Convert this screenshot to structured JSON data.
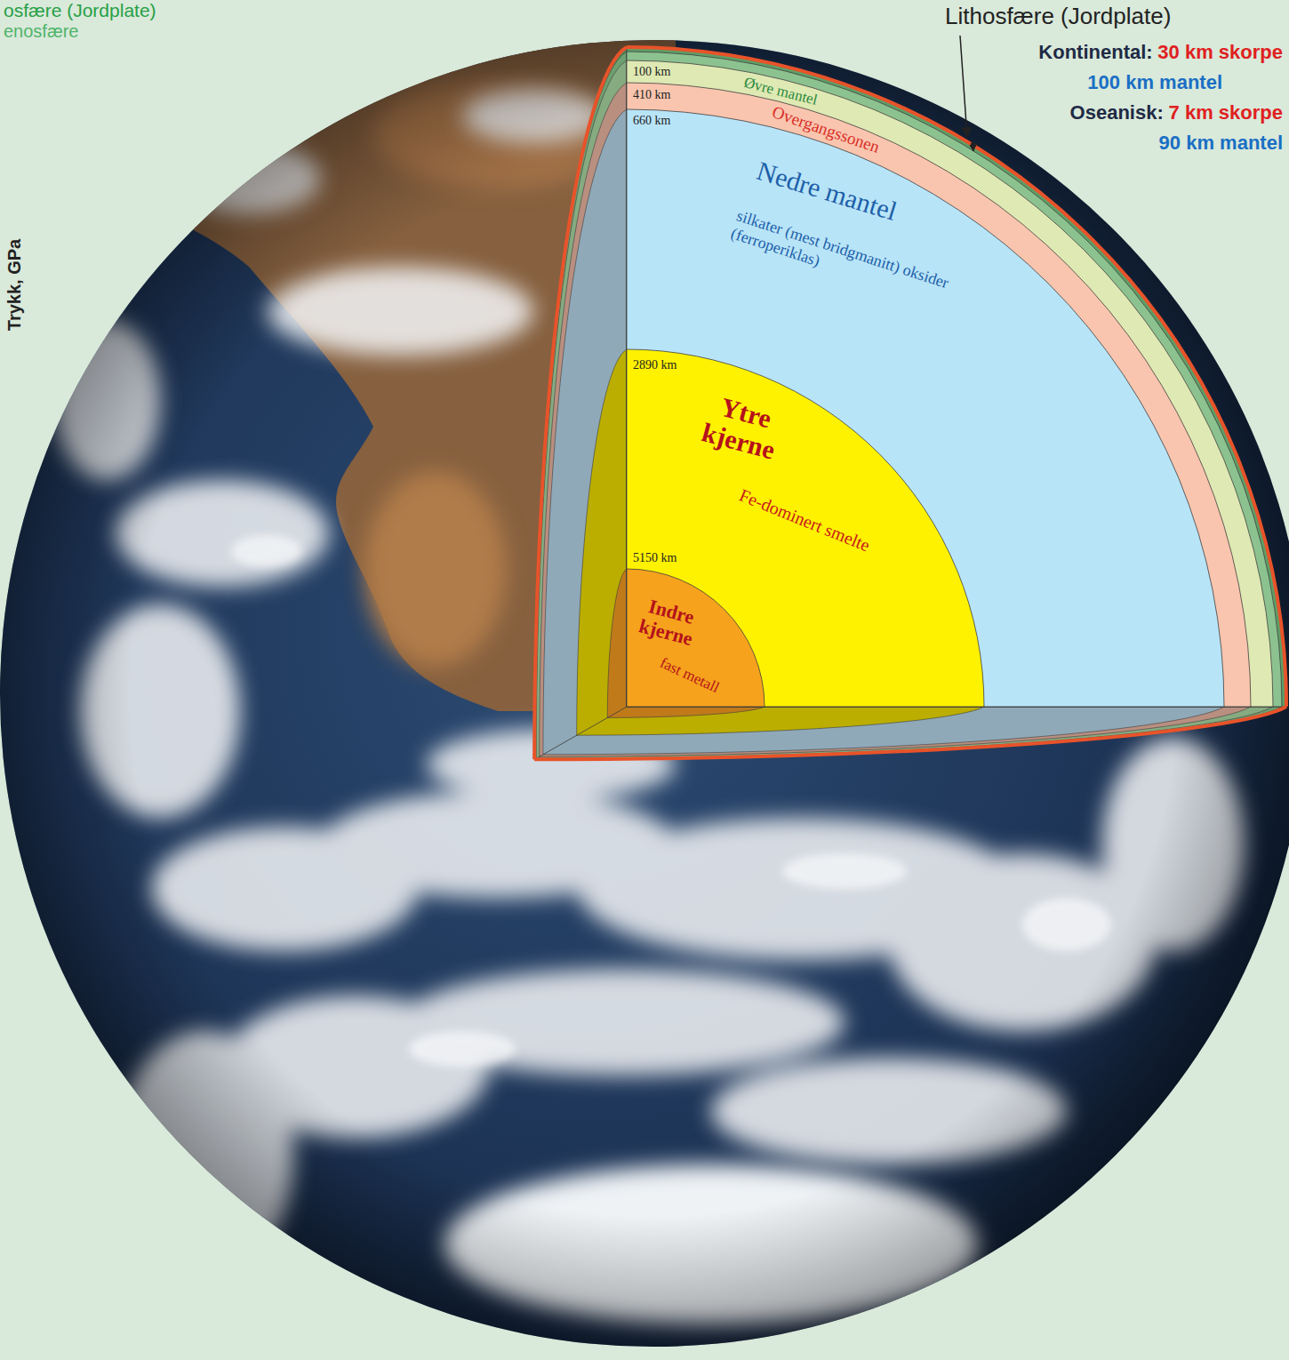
{
  "diagram": {
    "nodes": [
      {
        "text": [
          "Øvre mantel"
        ]
      },
      {
        "text": [
          "Overgangssonen"
        ]
      },
      {
        "text": [
          "Nedre mantel",
          "silkater (mest bridgmanitt) oksider (ferroperiklas)"
        ]
      },
      {
        "text": [
          "Ytre kjerne",
          "Fe-dominert smelte"
        ]
      },
      {
        "text": [
          "Indre kjerne",
          "fast metall"
        ]
      }
    ],
    "labels": [
      "osfære (Jordplate)",
      "enosfære",
      "Trykk, GPa",
      "100 km",
      "410 km",
      "660 km",
      "2890 km",
      "5150 km",
      "Lithosfære (Jordplate)",
      "Kontinental:",
      "30 km skorpe",
      "100 km mantel",
      "Oseanisk:",
      "7 km skorpe",
      "90 km mantel"
    ]
  }
}
